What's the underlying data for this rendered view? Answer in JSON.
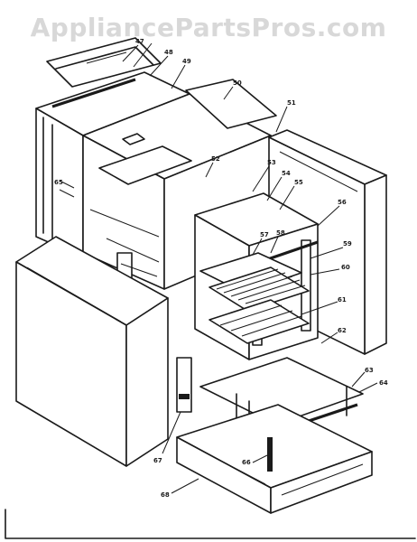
{
  "watermark": "AppliancePartsPros.com",
  "callouts": [
    {
      "id": "47",
      "text": "47"
    },
    {
      "id": "48",
      "text": "48"
    },
    {
      "id": "49",
      "text": "49"
    },
    {
      "id": "50",
      "text": "50"
    },
    {
      "id": "51",
      "text": "51"
    },
    {
      "id": "52",
      "text": "52"
    },
    {
      "id": "53",
      "text": "53"
    },
    {
      "id": "54",
      "text": "54"
    },
    {
      "id": "55",
      "text": "55"
    },
    {
      "id": "56",
      "text": "56"
    },
    {
      "id": "57",
      "text": "57"
    },
    {
      "id": "58",
      "text": "58"
    },
    {
      "id": "59",
      "text": "59"
    },
    {
      "id": "60",
      "text": "60"
    },
    {
      "id": "61",
      "text": "61"
    },
    {
      "id": "62",
      "text": "62"
    },
    {
      "id": "63",
      "text": "63"
    },
    {
      "id": "64",
      "text": "64"
    },
    {
      "id": "65",
      "text": "65"
    },
    {
      "id": "66",
      "text": "66"
    },
    {
      "id": "67",
      "text": "67"
    },
    {
      "id": "68",
      "text": "68"
    }
  ]
}
